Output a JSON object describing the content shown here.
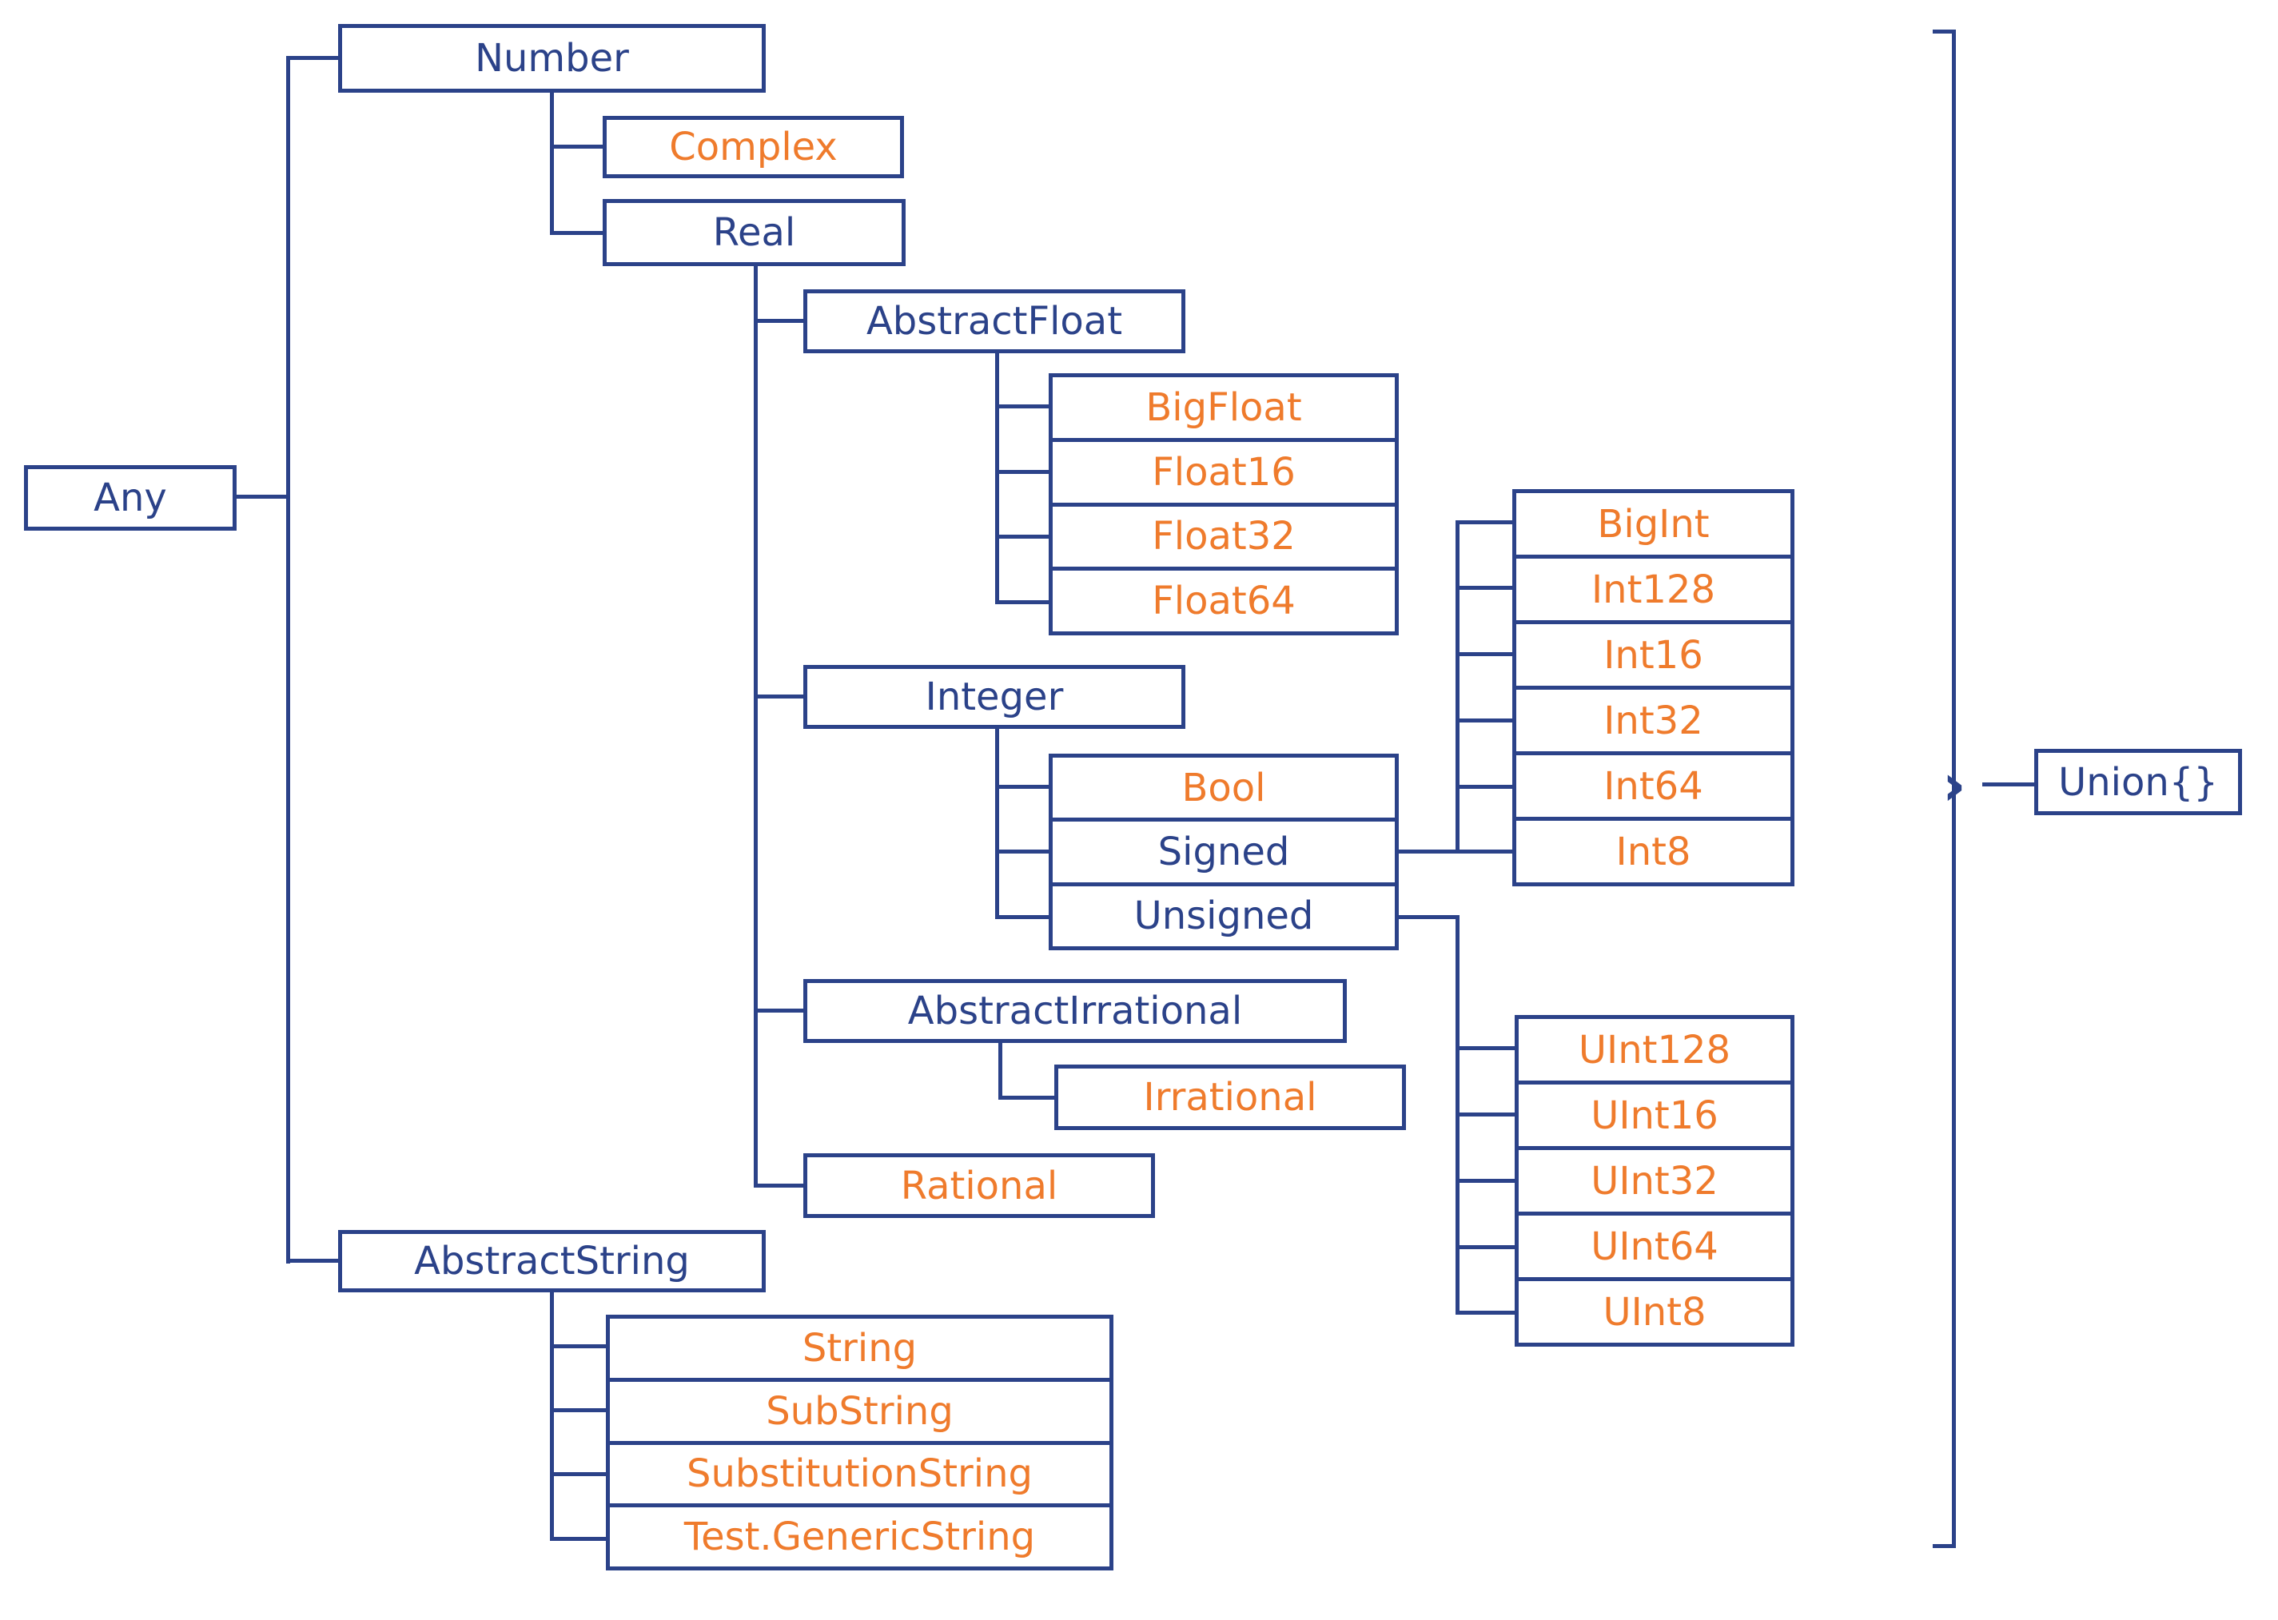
{
  "colors": {
    "navy": "#2b4289",
    "orange": "#ef7b2c",
    "background": "#ffffff"
  },
  "nodes": {
    "any": "Any",
    "number": "Number",
    "complex": "Complex",
    "real": "Real",
    "abstract_float": "AbstractFloat",
    "integer": "Integer",
    "abstract_irrational": "AbstractIrrational",
    "irrational": "Irrational",
    "rational": "Rational",
    "abstract_string": "AbstractString",
    "union_bottom": "Union{}"
  },
  "stacks": {
    "floats": [
      "BigFloat",
      "Float16",
      "Float32",
      "Float64"
    ],
    "integer_children": [
      "Bool",
      "Signed",
      "Unsigned"
    ],
    "signed_ints": [
      "BigInt",
      "Int128",
      "Int16",
      "Int32",
      "Int64",
      "Int8"
    ],
    "unsigned_ints": [
      "UInt128",
      "UInt16",
      "UInt32",
      "UInt64",
      "UInt8"
    ],
    "strings": [
      "String",
      "SubString",
      "SubstitutionString",
      "Test.GenericString"
    ]
  },
  "glyphs": {
    "bracket_arrow": "›"
  }
}
